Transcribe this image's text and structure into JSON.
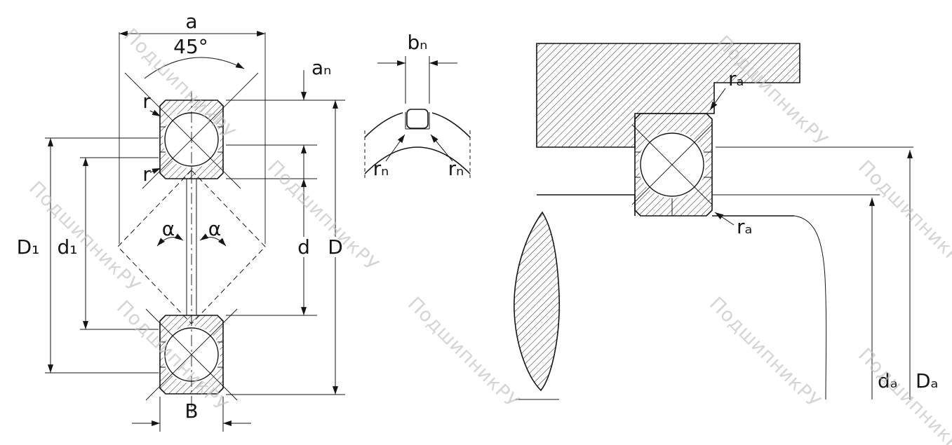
{
  "watermark": {
    "text": "ПодшипникРУ"
  },
  "views": {
    "main_section": {
      "labels": {
        "a": "a",
        "angle45": "45°",
        "an": "aₙ",
        "r_top": "r",
        "r_bottom": "r",
        "alpha_left": "α",
        "alpha_right": "α",
        "D1": "D₁",
        "d1": "d₁",
        "d": "d",
        "D": "D",
        "B": "B"
      }
    },
    "groove_detail": {
      "labels": {
        "bn": "bₙ",
        "rn_left": "rₙ",
        "rn_right": "rₙ"
      }
    },
    "mounting": {
      "labels": {
        "ra_top": "rₐ",
        "ra_bottom": "rₐ",
        "da": "dₐ",
        "Da": "Dₐ"
      }
    }
  }
}
